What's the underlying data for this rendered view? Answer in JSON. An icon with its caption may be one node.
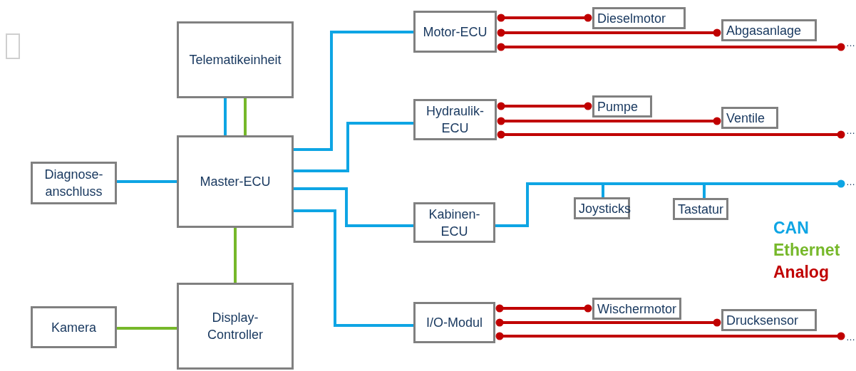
{
  "diagram": {
    "nodes": [
      {
        "text": [],
        "shape": "box"
      },
      {
        "text": [
          "Telematikeinheit"
        ]
      },
      {
        "text": [
          "Motor-ECU"
        ]
      },
      {
        "text": [
          "Dieselmotor"
        ]
      },
      {
        "text": [
          "Abgasanlage"
        ]
      },
      {
        "text": [
          "…"
        ]
      },
      {
        "text": [
          "Hydraulik- ECU"
        ]
      },
      {
        "text": [
          "Pumpe"
        ]
      },
      {
        "text": [
          "Ventile"
        ]
      },
      {
        "text": [
          "…"
        ]
      },
      {
        "text": [
          "Diagnose- anschluss"
        ]
      },
      {
        "text": [
          "Master-ECU"
        ]
      },
      {
        "text": [
          "…"
        ]
      },
      {
        "text": [
          "Joysticks"
        ]
      },
      {
        "text": [
          "Tastatur"
        ]
      },
      {
        "text": [
          "Kabinen- ECU"
        ]
      },
      {
        "text": [
          "Kamera"
        ]
      },
      {
        "text": [
          "Display- Controller"
        ]
      },
      {
        "text": [
          "I/O-Modul"
        ]
      },
      {
        "text": [
          "Wischermotor"
        ]
      },
      {
        "text": [
          "Drucksensor"
        ]
      },
      {
        "text": [
          "…"
        ]
      }
    ],
    "edges": [
      {
        "from": 1,
        "to": 11,
        "arrow": "none",
        "color": "#0ea5e4"
      },
      {
        "from": 1,
        "to": 11,
        "arrow": "none",
        "color": "#76b82a"
      },
      {
        "from": 11,
        "to": 2,
        "arrow": "none",
        "color": "#0ea5e4"
      },
      {
        "from": 11,
        "to": 6,
        "arrow": "none",
        "color": "#0ea5e4"
      },
      {
        "from": 11,
        "to": 15,
        "arrow": "none",
        "color": "#0ea5e4"
      },
      {
        "from": 11,
        "to": 18,
        "arrow": "none",
        "color": "#0ea5e4"
      },
      {
        "from": 10,
        "to": 11,
        "arrow": "none",
        "color": "#0ea5e4"
      },
      {
        "from": 11,
        "to": 17,
        "arrow": "none",
        "color": "#76b82a"
      },
      {
        "from": 16,
        "to": 17,
        "arrow": "none",
        "color": "#76b82a"
      },
      {
        "from": 2,
        "to": 3,
        "arrow": "other",
        "color": "#c00000"
      },
      {
        "from": 2,
        "to": 4,
        "arrow": "other",
        "color": "#c00000"
      },
      {
        "from": 2,
        "to": 5,
        "arrow": "other",
        "color": "#c00000"
      },
      {
        "from": 6,
        "to": 7,
        "arrow": "other",
        "color": "#c00000"
      },
      {
        "from": 6,
        "to": 8,
        "arrow": "other",
        "color": "#c00000"
      },
      {
        "from": 6,
        "to": 9,
        "arrow": "other",
        "color": "#c00000"
      },
      {
        "from": 15,
        "to": 12,
        "arrow": "other",
        "color": "#0ea5e4"
      },
      {
        "from": 15,
        "to": 13,
        "arrow": "none",
        "color": "#0ea5e4"
      },
      {
        "from": 15,
        "to": 14,
        "arrow": "none",
        "color": "#0ea5e4"
      },
      {
        "from": 18,
        "to": 19,
        "arrow": "other",
        "color": "#c00000"
      },
      {
        "from": 18,
        "to": 20,
        "arrow": "other",
        "color": "#c00000"
      },
      {
        "from": 18,
        "to": 21,
        "arrow": "other",
        "color": "#c00000"
      }
    ],
    "legend": [
      {
        "text": "CAN",
        "color": "#0ea5e4"
      },
      {
        "text": "Ethernet",
        "color": "#76b82a"
      },
      {
        "text": "Analog",
        "color": "#c00000"
      }
    ]
  }
}
